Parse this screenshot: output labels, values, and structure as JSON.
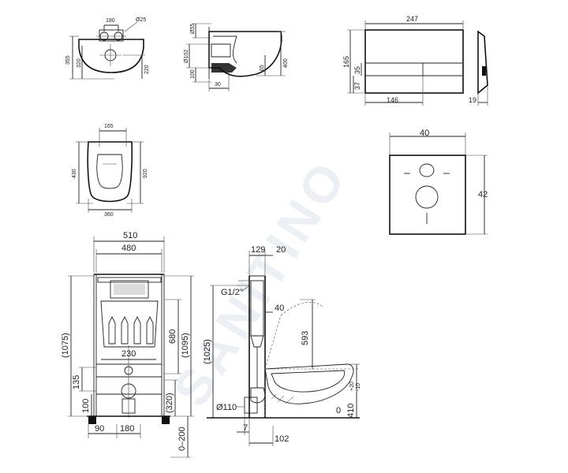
{
  "watermark": "SANITINO",
  "bowl_top": {
    "d_180": "180",
    "d_25": "Ø25",
    "d_355": "355",
    "d_320": "320",
    "d_220": "220"
  },
  "bowl_side": {
    "d_55": "Ø55",
    "d_102": "Ø102",
    "d_100": "100",
    "d_30": "30",
    "d_400": "400",
    "d_65": "65"
  },
  "flush_plate": {
    "d_247": "247",
    "d_165": "165",
    "d_37": "37",
    "d_35": "35",
    "d_146": "146",
    "d_19": "19"
  },
  "seat": {
    "d_165": "165",
    "d_430": "430",
    "d_920": "920",
    "d_360": "360"
  },
  "insulation": {
    "d_40": "40",
    "d_42": "42"
  },
  "frame_front": {
    "d_510": "510",
    "d_480": "480",
    "d_1075": "(1075)",
    "d_680": "680",
    "d_1095": "(1095)",
    "d_230": "230",
    "d_135": "135",
    "d_100": "100",
    "d_320": "(320)",
    "d_90": "90",
    "d_180": "180",
    "d_0_200": "0–200"
  },
  "frame_side": {
    "d_129": "129",
    "d_20": "20",
    "d_g12": "G1/2\"",
    "d_40": "40",
    "d_593": "593",
    "d_1025": "(1025)",
    "d_110": "Ø110",
    "d_7": "7",
    "d_102": "102",
    "d_0": "0",
    "d_410": "410",
    "d_tol_up": "+20",
    "d_tol_dn": "-10"
  }
}
